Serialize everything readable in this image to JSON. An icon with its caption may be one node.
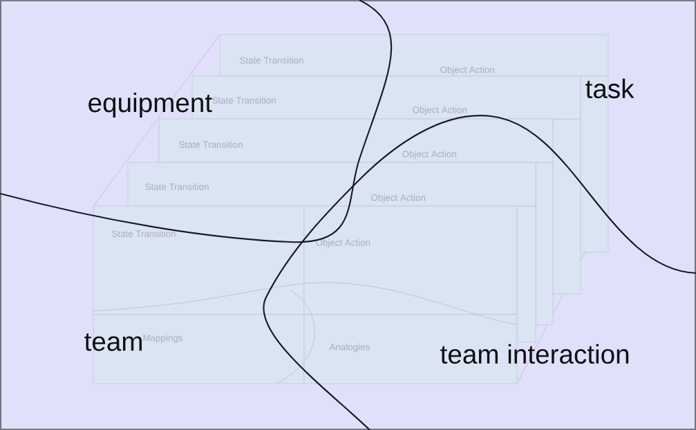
{
  "diagram": {
    "nodes": [
      {
        "text": [
          "State Transition",
          "Object Action"
        ]
      },
      {
        "text": [
          "State Transition",
          "Object Action"
        ]
      },
      {
        "text": [
          "State Transition",
          "Object Action"
        ]
      },
      {
        "text": [
          "State Transition",
          "Object Action"
        ]
      },
      {
        "text": [
          "State Transition"
        ]
      },
      {
        "text": [
          "Object Action"
        ]
      },
      {
        "text": [
          "Mappings"
        ]
      },
      {
        "text": [
          "Analogies"
        ]
      }
    ],
    "labels": [
      "task",
      "equipment",
      "team",
      "team interaction"
    ]
  }
}
